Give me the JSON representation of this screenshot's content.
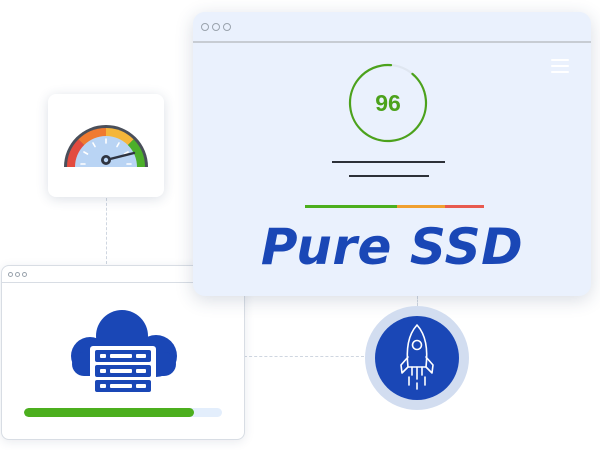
{
  "score": {
    "value": "96",
    "fraction": 0.9
  },
  "brand": {
    "title": "Pure SSD"
  },
  "upload": {
    "progress": 0.86
  },
  "icons": {
    "gauge": "speedometer-icon",
    "cloud": "cloud-server-icon",
    "rocket": "rocket-icon",
    "menu": "hamburger-menu-icon"
  },
  "colors": {
    "brand_blue": "#1a47b6",
    "score_green": "#4ca21c",
    "bar_green": "#4caf1e",
    "bar_orange": "#f0a030",
    "bar_red": "#e85a4f",
    "window_bg": "#eaf1fd"
  }
}
